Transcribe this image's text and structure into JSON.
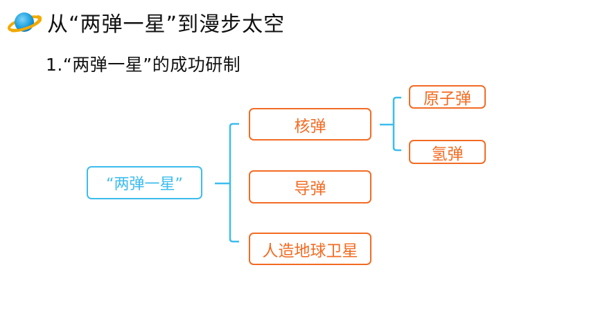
{
  "header": {
    "title": "从“两弹一星”到漫步太空",
    "icon": "planet-icon"
  },
  "section": {
    "subtitle": "1.“两弹一星”的成功研制"
  },
  "diagram": {
    "root": "“两弹一星”",
    "branches": {
      "nuclear": "核弹",
      "missile": "导弹",
      "satellite": "人造地球卫星"
    },
    "nuclear_children": {
      "atomic": "原子弹",
      "hydrogen": "氢弹"
    }
  },
  "colors": {
    "root_accent": "#3cbcee",
    "node_accent": "#f26b22",
    "nuclear_bracket": "#3cbcee",
    "text": "#111111"
  }
}
